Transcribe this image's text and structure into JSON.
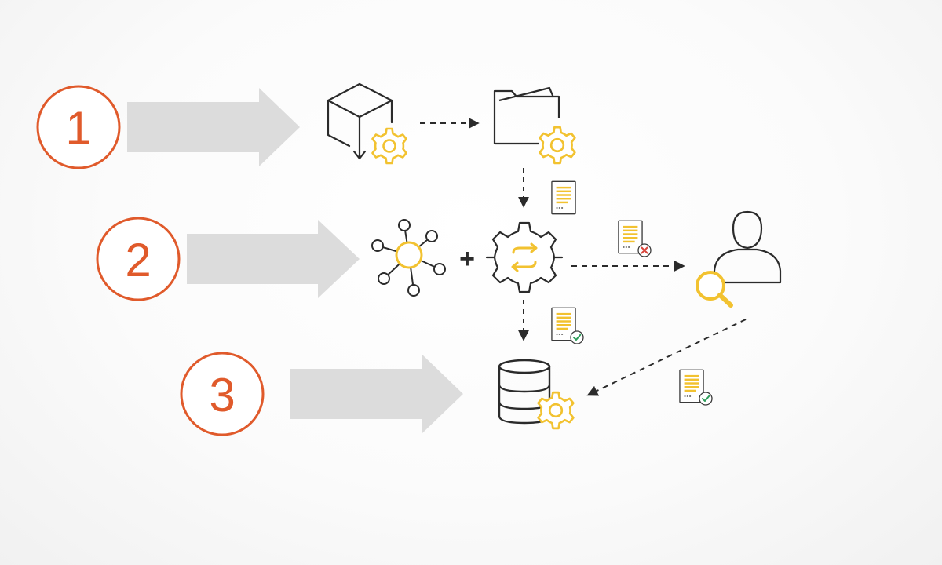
{
  "colors": {
    "step_circle": "#e05a2b",
    "step_arrow": "#dcdcdc",
    "icon_stroke": "#2b2b2b",
    "icon_accent": "#f2c230",
    "connector": "#2b2b2b",
    "doc_reject_mark": "#d9453b",
    "doc_accept_mark": "#2e9e5b"
  },
  "steps": [
    {
      "number": "1"
    },
    {
      "number": "2"
    },
    {
      "number": "3"
    }
  ],
  "plus_sign": "+",
  "icons": {
    "package": "package-download-icon",
    "folder": "folder-icon",
    "hub": "network-hub-icon",
    "transform": "transform-gear-icon",
    "user": "user-review-icon",
    "database": "database-icon",
    "gear": "gear-icon",
    "document": "document-icon"
  }
}
